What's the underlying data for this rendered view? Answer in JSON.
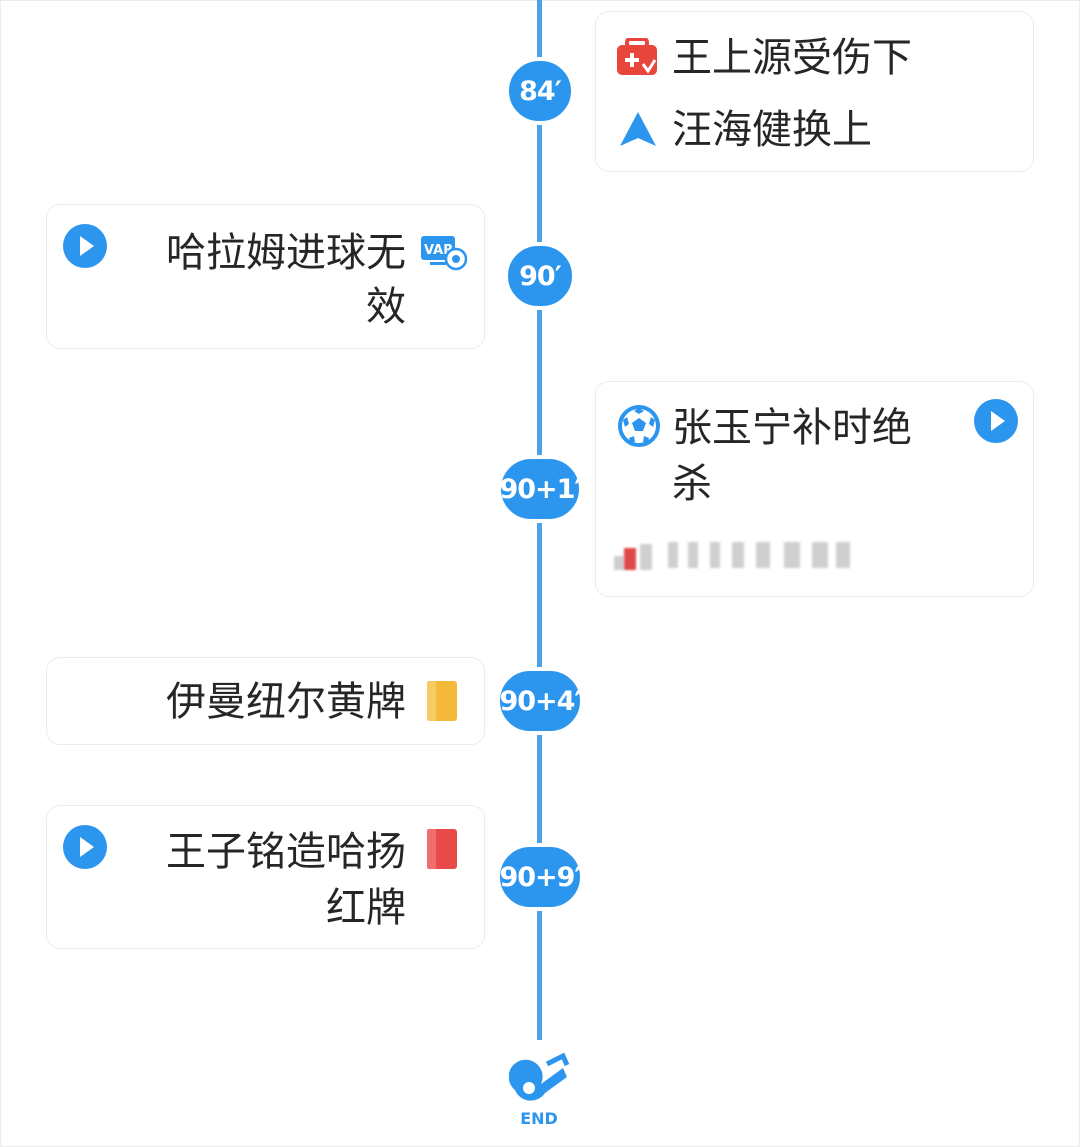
{
  "timeline": {
    "end_label": "END",
    "events": [
      {
        "time": "84′",
        "side": "right",
        "lines": [
          {
            "icon": "injury-icon",
            "text": "王上源受伤下"
          },
          {
            "icon": "substitution-in-icon",
            "text": "汪海健换上"
          }
        ]
      },
      {
        "time": "90′",
        "side": "left",
        "icon": "var-icon",
        "has_video": true,
        "text_line1": "哈拉姆进球无",
        "text_line2": "效"
      },
      {
        "time": "90+1′",
        "side": "right",
        "icon": "goal-ball-icon",
        "has_video": true,
        "text_line1": "张玉宁补时绝",
        "text_line2": "杀"
      },
      {
        "time": "90+4′",
        "side": "left",
        "icon": "yellow-card-icon",
        "has_video": false,
        "text_line1": "伊曼纽尔黄牌"
      },
      {
        "time": "90+9′",
        "side": "left",
        "icon": "red-card-icon",
        "has_video": true,
        "text_line1": "王子铭造哈扬",
        "text_line2": "红牌"
      }
    ]
  },
  "colors": {
    "accent": "#2c95ee",
    "line": "#4aa3e8",
    "yellow_card": "#f5b93a",
    "red_card": "#e84a4a",
    "injury": "#e8453c"
  }
}
